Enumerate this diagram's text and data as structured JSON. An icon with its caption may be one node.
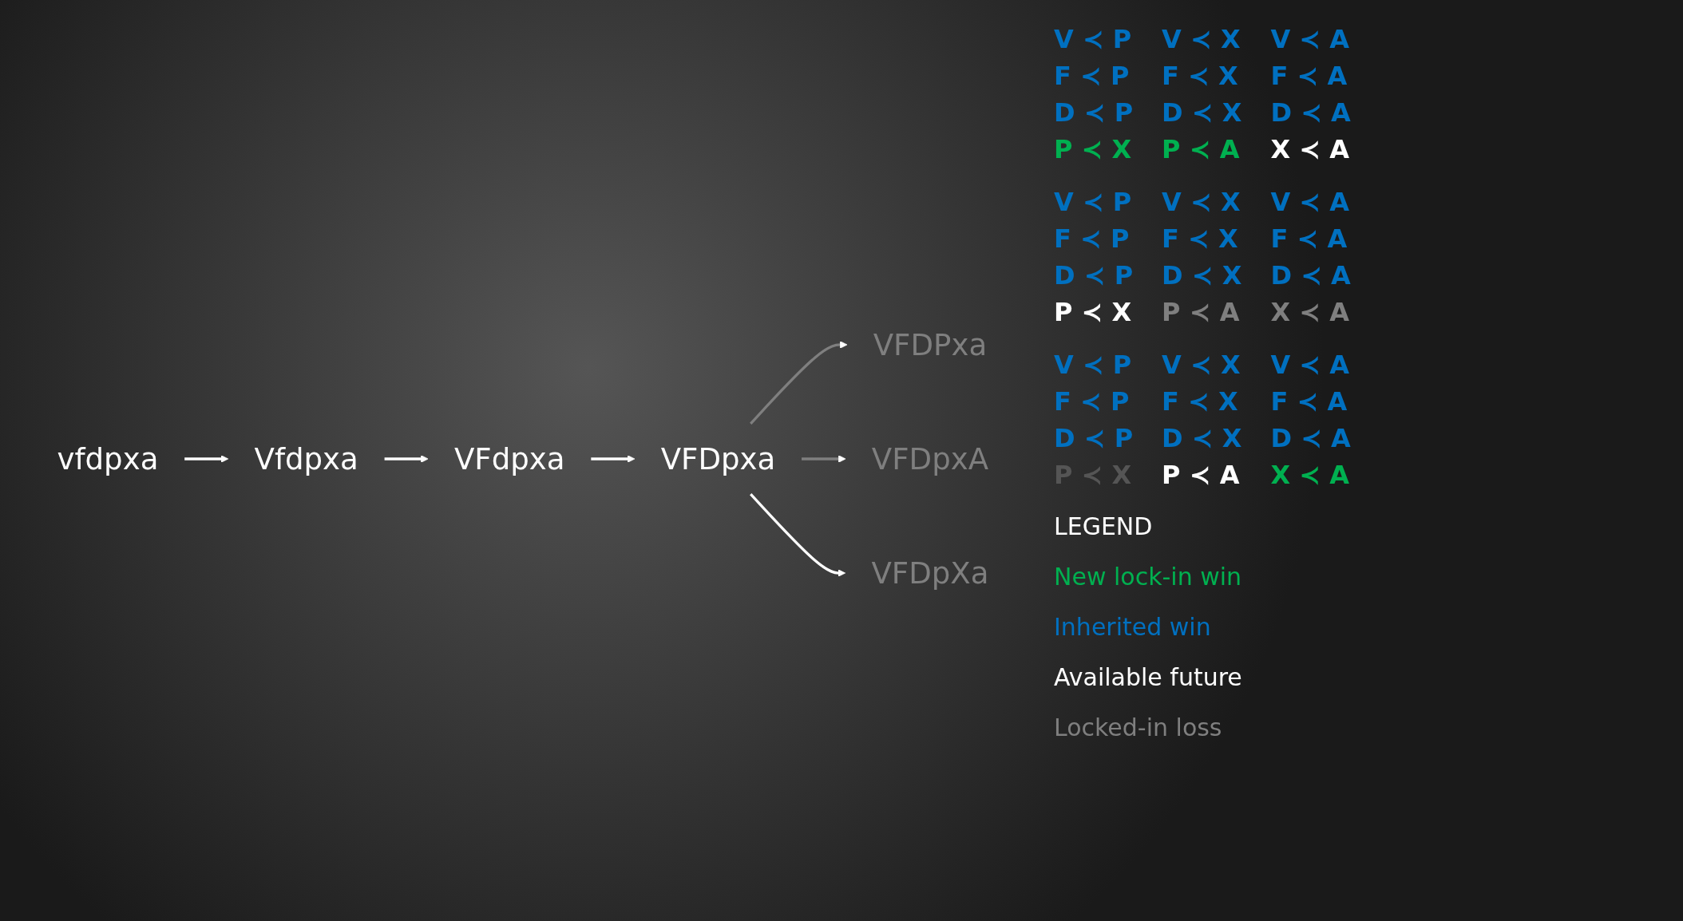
{
  "diagram": {
    "nodes": [
      {
        "text": [
          "vfdpxa"
        ]
      },
      {
        "text": [
          "Vfdpxa"
        ]
      },
      {
        "text": [
          "VFdpxa"
        ]
      },
      {
        "text": [
          "VFDpxa"
        ]
      },
      {
        "text": [
          "VFDPxa"
        ]
      },
      {
        "text": [
          "VFDpxA"
        ]
      },
      {
        "text": [
          "VFDpXa"
        ]
      }
    ],
    "edges": [
      {
        "from": 0,
        "to": 1,
        "arrow": "to"
      },
      {
        "from": 1,
        "to": 2,
        "arrow": "to"
      },
      {
        "from": 2,
        "to": 3,
        "arrow": "to"
      },
      {
        "from": 3,
        "to": 4,
        "arrow": "to",
        "color": "#7f7f7f"
      },
      {
        "from": 3,
        "to": 5,
        "arrow": "to",
        "color": "#7f7f7f"
      },
      {
        "from": 3,
        "to": 6,
        "arrow": "to"
      }
    ],
    "labels": [
      "V ≺ P",
      "V ≺ X",
      "V ≺ A",
      "F ≺ P",
      "F ≺ X",
      "F ≺ A",
      "D ≺ P",
      "D ≺ X",
      "D ≺ A",
      "P ≺ X",
      "P ≺ A",
      "X ≺ A",
      "V ≺ P",
      "V ≺ X",
      "V ≺ A",
      "F ≺ P",
      "F ≺ X",
      "F ≺ A",
      "D ≺ P",
      "D ≺ X",
      "D ≺ A",
      "P ≺ X",
      "P ≺ A",
      "X ≺ A",
      "V ≺ P",
      "V ≺ X",
      "V ≺ A",
      "F ≺ P",
      "F ≺ X",
      "F ≺ A",
      "D ≺ P",
      "D ≺ X",
      "D ≺ A",
      "P ≺ X",
      "P ≺ A",
      "X ≺ A",
      "LEGEND"
    ],
    "legend": [
      {
        "text": "New lock-in win",
        "color": "#00b050"
      },
      {
        "text": "Inherited win",
        "color": "#0070c0"
      },
      {
        "text": "Available future",
        "color": "#ffffff"
      },
      {
        "text": "Locked-in loss",
        "color": "#7f7f7f"
      }
    ]
  }
}
